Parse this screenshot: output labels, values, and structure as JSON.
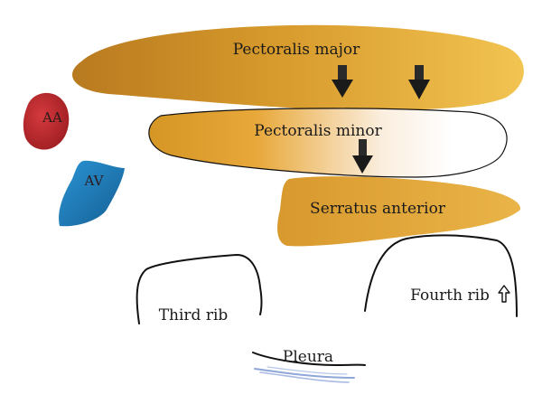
{
  "labels": {
    "pectoralis_major": "Pectoralis major",
    "pectoralis_minor": "Pectoralis minor",
    "serratus_anterior": "Serratus anterior",
    "aa": "AA",
    "av": "AV",
    "third_rib": "Third rib",
    "fourth_rib": "Fourth rib",
    "pleura": "Pleura"
  },
  "icons": {
    "fourth_rib_marker": "hollow-up-arrow-icon",
    "pressure_arrows": "solid-down-arrow-icon"
  },
  "colors": {
    "muscle_dark": "#b8771a",
    "muscle_light": "#f0c04a",
    "muscle_fade": "#ffffff",
    "artery": "#c0282c",
    "artery_dark": "#8e1a1e",
    "vein": "#1f7fc0",
    "vein_dark": "#135a8a",
    "outline": "#111111",
    "pleura_blue": "#8fa6d8"
  }
}
